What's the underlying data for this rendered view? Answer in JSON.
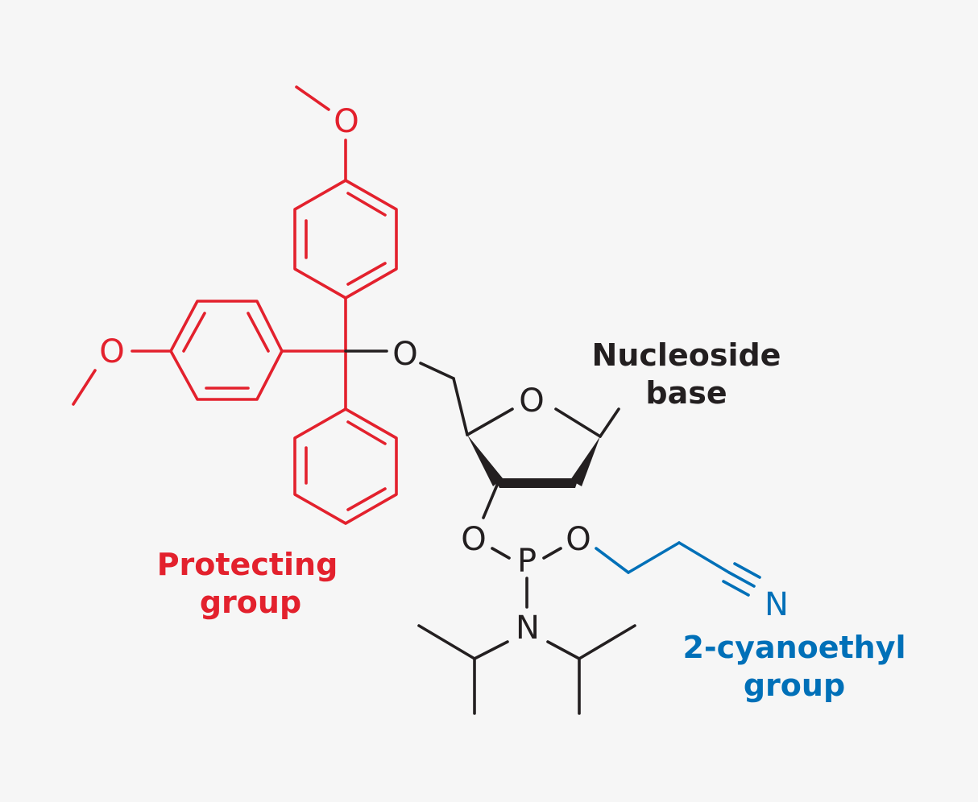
{
  "colors": {
    "background": "#f6f6f6",
    "protecting": "#e3212d",
    "core": "#231f20",
    "cyanoethyl": "#0070b8"
  },
  "atoms": {
    "o_methoxy_top": "O",
    "o_methoxy_left": "O",
    "o_ether": "O",
    "o_ring": "O",
    "o_3prime": "O",
    "phosphorus": "P",
    "o_cyanoethyl": "O",
    "n_amine": "N",
    "n_nitrile": "N"
  },
  "labels": {
    "nucleoside_base": [
      "Nucleoside",
      "base"
    ],
    "protecting_group": [
      "Protecting",
      "group"
    ],
    "cyanoethyl_group": [
      "2-cyanoethyl",
      "group"
    ]
  }
}
